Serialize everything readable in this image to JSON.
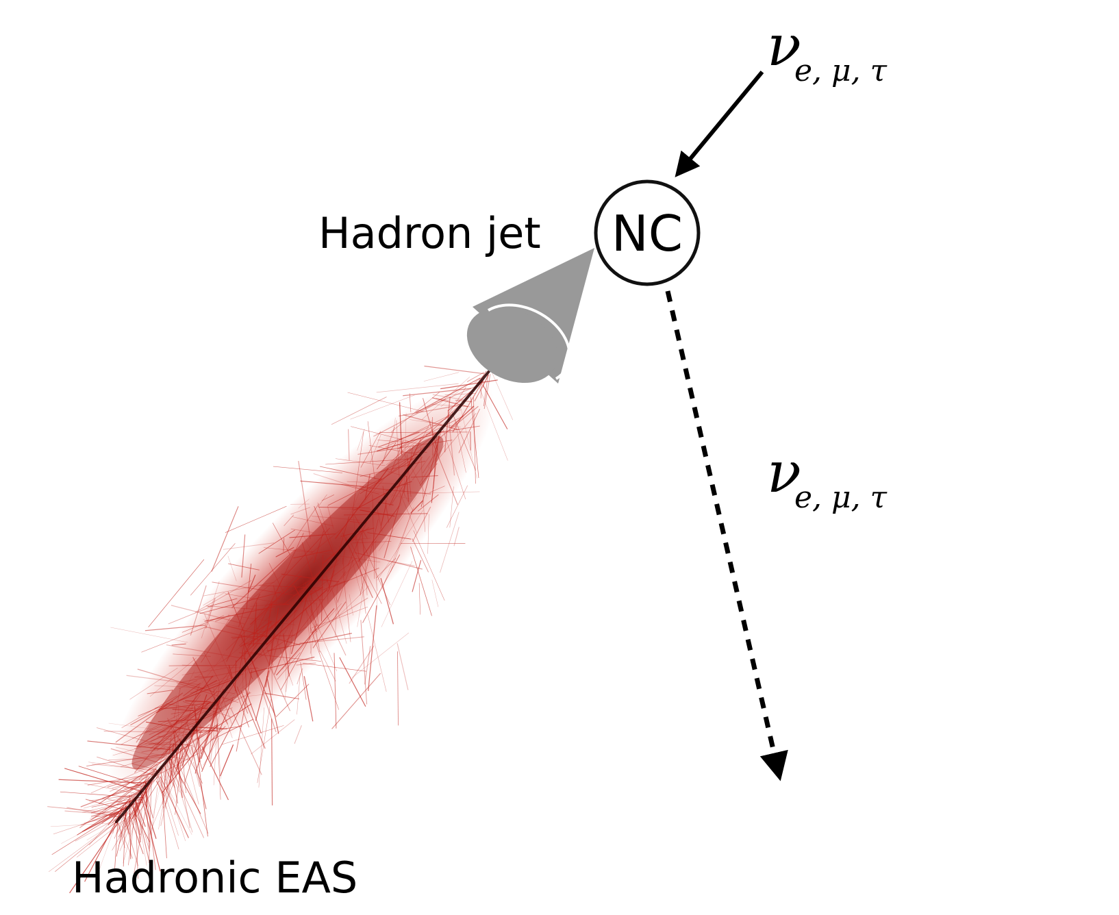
{
  "diagram": {
    "title": "",
    "interaction_node": "NC",
    "jet_label": "Hadron jet",
    "shower_label": "Hadronic EAS",
    "incoming_neutrino": {
      "symbol": "ν",
      "subscript": "e, μ, τ"
    },
    "outgoing_neutrino": {
      "symbol": "ν",
      "subscript": "e, μ, τ"
    }
  },
  "colors": {
    "shower": "#c0201a",
    "shower_core": "#2a0000",
    "cone": "#999999",
    "ink": "#000000"
  }
}
